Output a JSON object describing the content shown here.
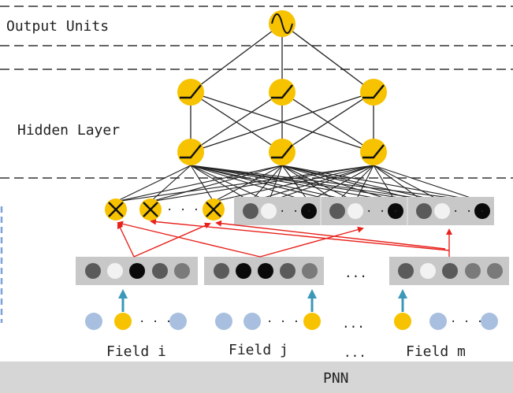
{
  "labels": {
    "output_units": "Output Units",
    "hidden_layer": "Hidden Layer",
    "field_i": "Field i",
    "field_j": "Field j",
    "field_m": "Field m",
    "footer": "PNN",
    "ellipsis": "...",
    "product_ellipsis": "· · ·",
    "feature_ellipsis": "· · ·"
  },
  "colors": {
    "node_gold": "#f7c300",
    "input_blue": "#a8bfdf",
    "embed_bg": "#c8c8c8",
    "arrow_red": "#e8211b",
    "arrow_teal": "#3b98b9",
    "footer_bg": "#d6d6d6",
    "dash": "#333333"
  },
  "icons": {
    "output_unit": "sine-wave-icon",
    "hidden_unit": "relu-icon",
    "product_unit": "cross-multiply-icon"
  }
}
